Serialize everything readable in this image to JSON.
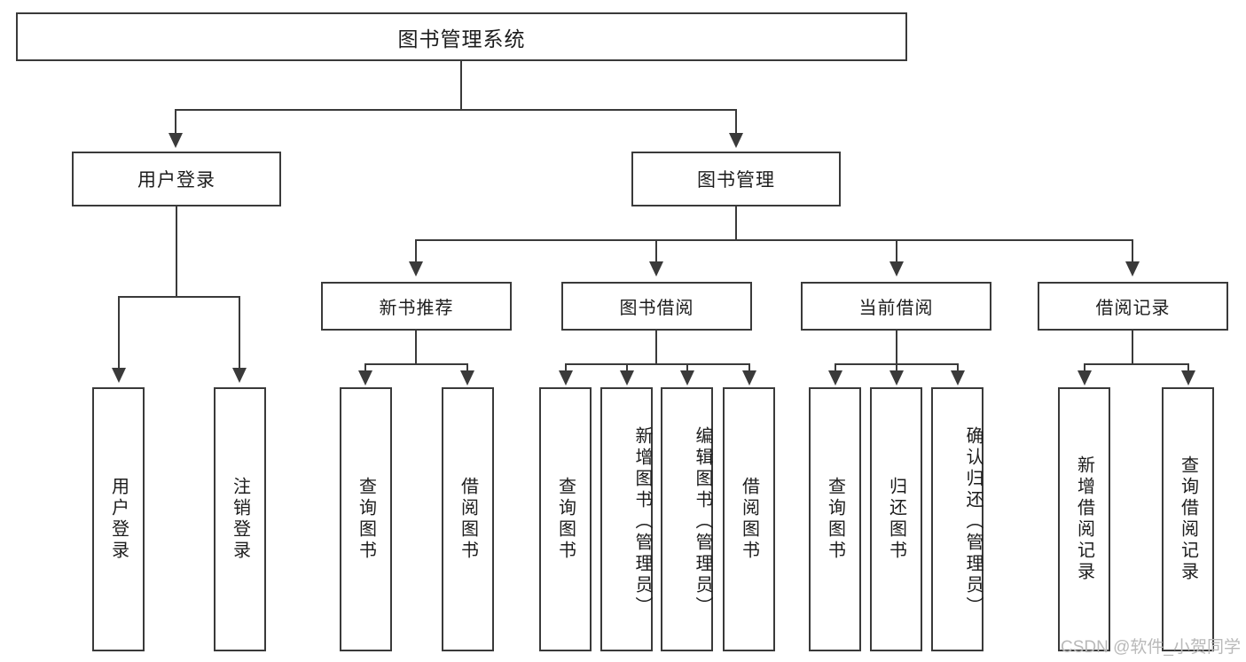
{
  "diagram": {
    "title": "图书管理系统",
    "type": "hierarchy-tree",
    "root": {
      "label": "图书管理系统"
    },
    "level2": [
      {
        "label": "用户登录"
      },
      {
        "label": "图书管理"
      }
    ],
    "level3": [
      {
        "label": "新书推荐"
      },
      {
        "label": "图书借阅"
      },
      {
        "label": "当前借阅"
      },
      {
        "label": "借阅记录"
      }
    ],
    "leaves": {
      "user_login": [
        {
          "label": "用户登录"
        },
        {
          "label": "注销登录"
        }
      ],
      "new_book_recommend": [
        {
          "label": "查询图书"
        },
        {
          "label": "借阅图书"
        }
      ],
      "book_borrow": [
        {
          "label": "查询图书"
        },
        {
          "label": "新增图书（管理员）"
        },
        {
          "label": "编辑图书（管理员）"
        },
        {
          "label": "借阅图书"
        }
      ],
      "current_borrow": [
        {
          "label": "查询图书"
        },
        {
          "label": "归还图书"
        },
        {
          "label": "确认归还（管理员）"
        }
      ],
      "borrow_record": [
        {
          "label": "新增借阅记录"
        },
        {
          "label": "查询借阅记录"
        }
      ]
    }
  },
  "watermark": {
    "text": "CSDN @软件_小贺同学"
  },
  "colors": {
    "stroke": "#3a3a3a",
    "background": "#ffffff",
    "text": "#1c1c1c",
    "watermark": "#b9b9b9"
  }
}
